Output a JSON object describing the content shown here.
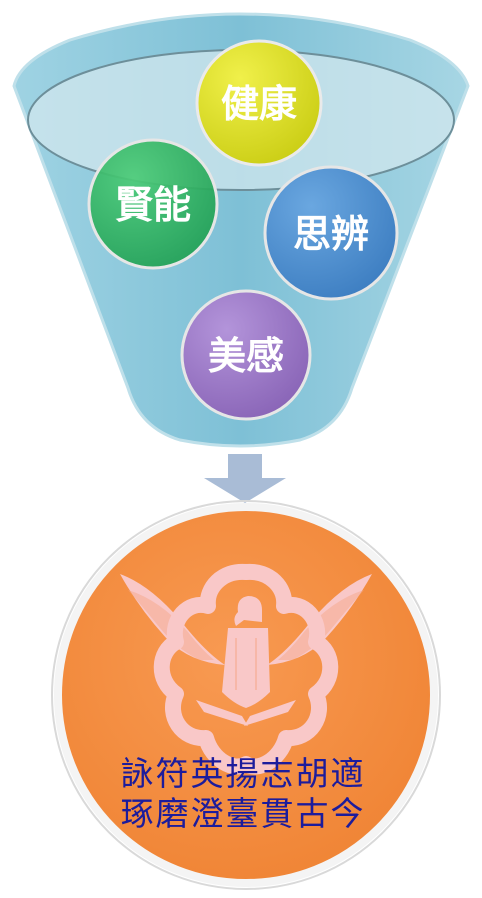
{
  "qualities": [
    {
      "label": "健康",
      "color": "#dadc26"
    },
    {
      "label": "賢能",
      "color": "#2fb262"
    },
    {
      "label": "思辨",
      "color": "#4f8fce"
    },
    {
      "label": "美感",
      "color": "#9b76c4"
    }
  ],
  "colors": {
    "funnel": "#7fc3d9",
    "funnel_top": "#c7e3ea",
    "arrow": "#a9bcd6",
    "emblem_circle": "#f6954a",
    "emblem": "#f9c8c8",
    "motto_text": "#1c1c9c"
  },
  "motto": {
    "line1": "詠符英揚志胡適",
    "line2": "琢磨澄臺貫古今"
  }
}
